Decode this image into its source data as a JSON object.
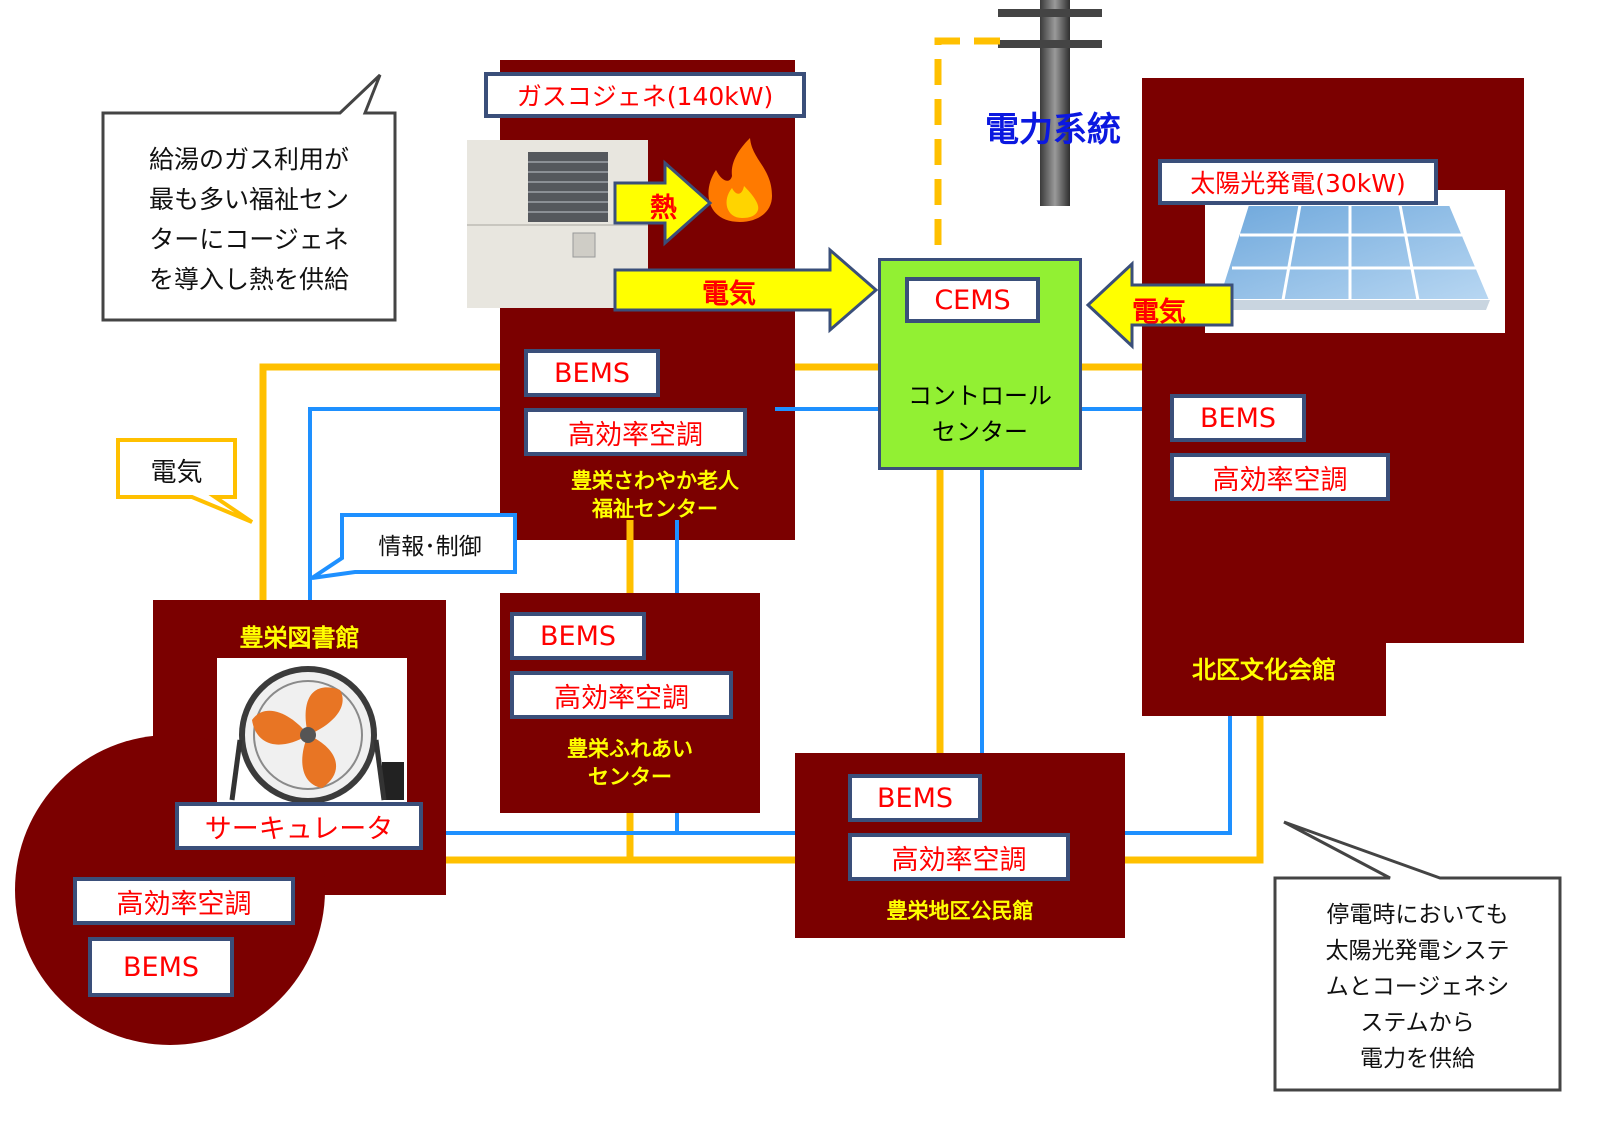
{
  "grid": {
    "label": "電力系統"
  },
  "cogen": {
    "title": "ガスコジェネ(140kW)",
    "heat_label": "熱",
    "elec_label": "電気"
  },
  "solar": {
    "title": "太陽光発電(30kW)",
    "elec_label": "電気"
  },
  "cems": {
    "label": "CEMS",
    "center_label": "コントロール\nセンター"
  },
  "callouts": {
    "cogen_note": "給湯のガス利用が\n最も多い福祉セン\nターにコージェネ\nを導入し熱を供給",
    "power_legend": "電気",
    "info_legend": "情報･制御",
    "outage_note": "停電時においても\n太陽光発電システ\nムとコージェネシ\nステムから\n電力を供給"
  },
  "buildings": {
    "sawayaka": {
      "name": "豊栄さわやか老人\n福祉センター",
      "bems": "BEMS",
      "hvac": "高効率空調"
    },
    "bunka": {
      "name": "北区文化会館",
      "bems": "BEMS",
      "hvac": "高効率空調"
    },
    "fureai": {
      "name": "豊栄ふれあい\nセンター",
      "bems": "BEMS",
      "hvac": "高効率空調"
    },
    "kominkan": {
      "name": "豊栄地区公民館",
      "bems": "BEMS",
      "hvac": "高効率空調"
    },
    "library": {
      "name": "豊栄図書館",
      "circulator": "サーキュレータ",
      "hvac": "高効率空調",
      "bems": "BEMS"
    }
  },
  "colors": {
    "building": "#7b0000",
    "power_line": "#ffc000",
    "info_line": "#1e90ff",
    "cems_box": "#92f033",
    "arrow": "#ffff00",
    "label_text": "#ff0000",
    "name_text": "#ffff00",
    "grid_text": "#0b18e0"
  }
}
